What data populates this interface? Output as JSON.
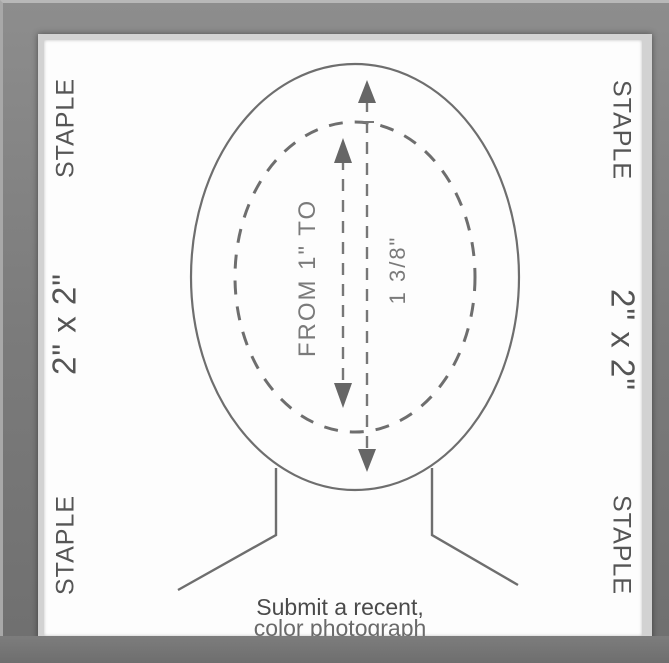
{
  "labels": {
    "staple_top_left": "STAPLE",
    "staple_bottom_left": "STAPLE",
    "staple_top_right": "STAPLE",
    "staple_bottom_right": "STAPLE",
    "size_left": "2\" x 2\"",
    "size_right": "2\" x 2\""
  },
  "measurement": {
    "line1": "FROM 1\" TO",
    "line2": "1 3/8\""
  },
  "caption": {
    "line1": "Submit a recent,",
    "line2": "color photograph"
  }
}
